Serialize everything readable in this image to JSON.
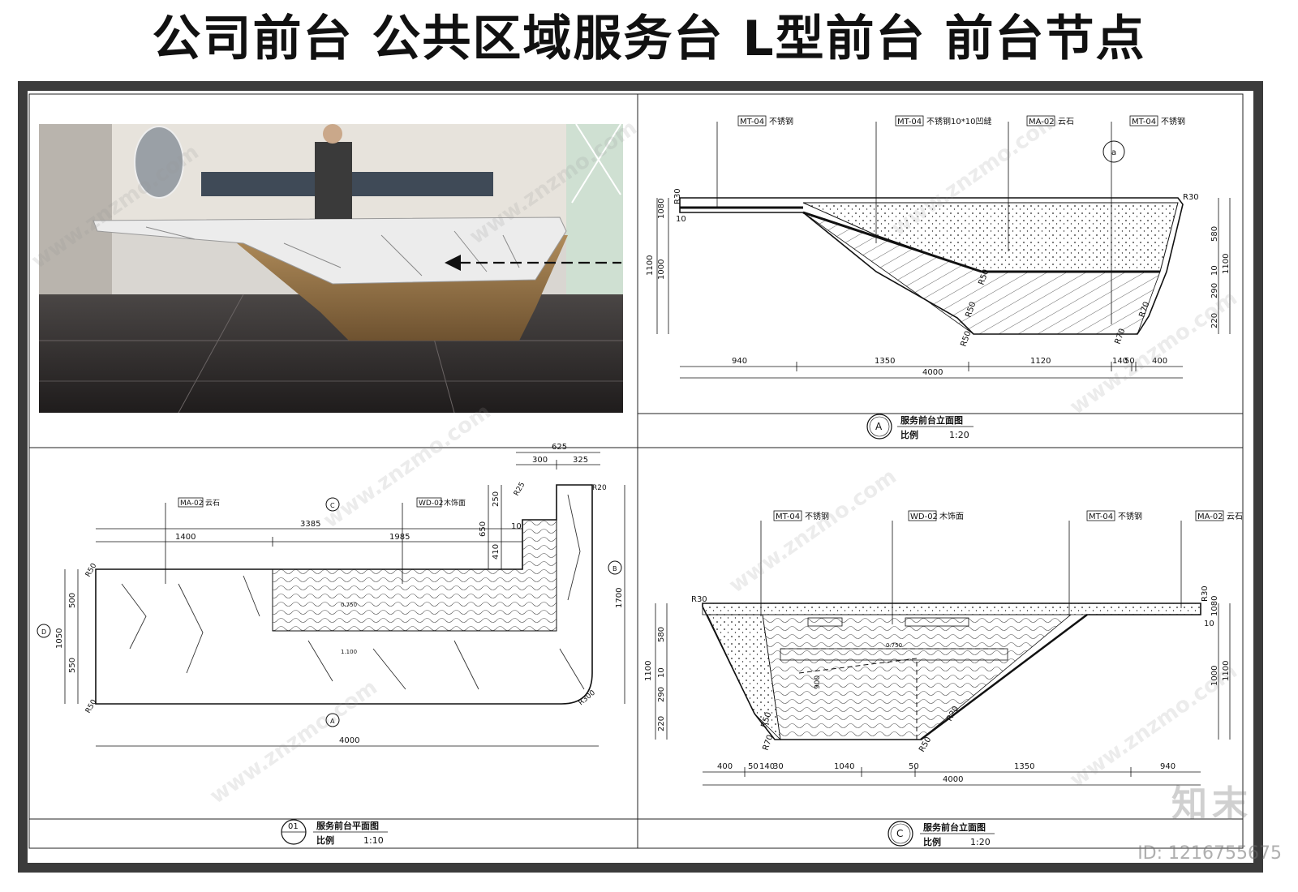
{
  "title": "公司前台  公共区域服务台  L型前台  前台节点",
  "watermark": "www.znzmo.com",
  "brand_logo": "知末",
  "brand_id": "ID: 1216755675",
  "colors": {
    "frame": "#3b3b3b",
    "line": "#111111",
    "gold": "#9c7a4a",
    "marble": "#e9e9e9"
  },
  "elevation_a": {
    "title": "服务前台立面图",
    "scale_label": "比例",
    "scale": "1:20",
    "marker": "A",
    "callouts": [
      "MT-04",
      "MT-04",
      "MA-02",
      "MT-04"
    ],
    "callout_texts": [
      "不锈钢",
      "不锈钢10*10凹缝",
      "云石",
      "不锈钢"
    ],
    "section_marker": "a",
    "dims_bottom": [
      "940",
      "1350",
      "1120",
      "140",
      "50",
      "400"
    ],
    "dim_total": "4000",
    "dims_left": [
      "1100",
      "1000",
      "1080",
      "10"
    ],
    "dims_right": [
      "580",
      "10",
      "290",
      "220",
      "1100"
    ],
    "radii": [
      "R30",
      "R30",
      "R50",
      "R50",
      "R50",
      "R70",
      "R70"
    ]
  },
  "plan": {
    "title": "服务前台平面图",
    "scale_label": "比例",
    "scale": "1:10",
    "marker": "01",
    "callouts": [
      "MA-02",
      "WD-02"
    ],
    "callout_texts": [
      "云石",
      "木饰面"
    ],
    "dims_top": [
      "625",
      "300",
      "325"
    ],
    "dims_upper": [
      "3385",
      "1400",
      "1985"
    ],
    "dims_left": [
      "1050",
      "500",
      "550"
    ],
    "dims_right": [
      "1700"
    ],
    "dims_notch": [
      "250",
      "650",
      "410",
      "10"
    ],
    "dim_total": "4000",
    "radii": [
      "R50",
      "R50",
      "R25",
      "R20",
      "R300"
    ],
    "levels": [
      "0.750",
      "1.100"
    ],
    "section_markers": [
      "C",
      "A",
      "B",
      "D"
    ]
  },
  "elevation_c": {
    "title": "服务前台立面图",
    "scale_label": "比例",
    "scale": "1:20",
    "marker": "C",
    "callouts": [
      "MT-04",
      "WD-02",
      "MT-04",
      "MA-02"
    ],
    "callout_texts": [
      "不锈钢",
      "木饰面",
      "不锈钢",
      "云石"
    ],
    "dims_bottom": [
      "400",
      "50",
      "140",
      "30",
      "1040",
      "50",
      "1350",
      "940"
    ],
    "dim_total": "4000",
    "dims_left": [
      "1100",
      "580",
      "10",
      "290",
      "220"
    ],
    "dims_right": [
      "1080",
      "10",
      "1000",
      "1100"
    ],
    "inner_dims": [
      "900",
      "0.750"
    ],
    "radii": [
      "R30",
      "R30",
      "R50",
      "R70",
      "R20",
      "R50"
    ]
  }
}
